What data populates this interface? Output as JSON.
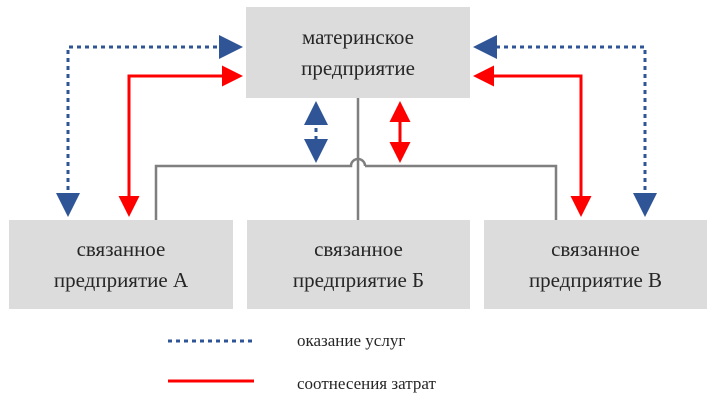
{
  "diagram": {
    "parent": {
      "line1": "материнское",
      "line2": "предприятие"
    },
    "children": [
      {
        "line1": "связанное",
        "line2": "предприятие А"
      },
      {
        "line1": "связанное",
        "line2": "предприятие Б"
      },
      {
        "line1": "связанное",
        "line2": "предприятие В"
      }
    ],
    "colors": {
      "services": "#2f5597",
      "costs": "#ff0000",
      "structure": "#7f7f7f",
      "box_fill": "#dcdcdc"
    }
  },
  "legend": {
    "services": "оказание услуг",
    "costs": "соотнесения затрат"
  }
}
